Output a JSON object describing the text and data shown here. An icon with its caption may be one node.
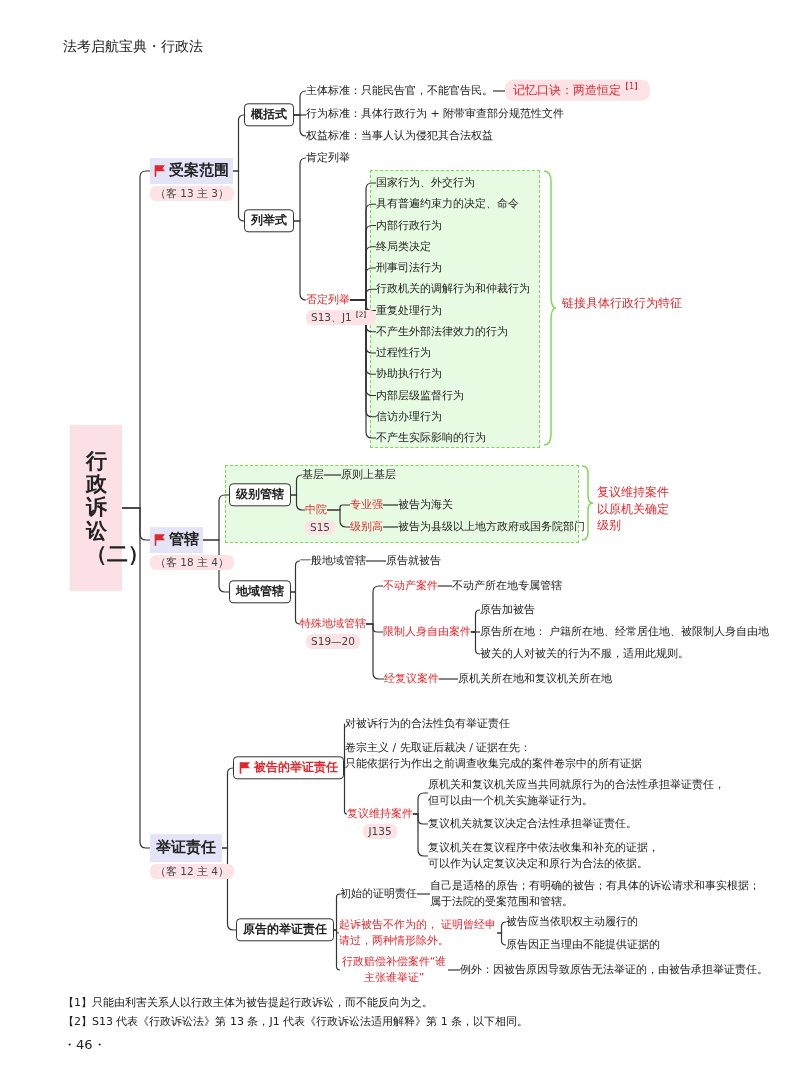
{
  "diagram": {
    "title": "法考启航宝典・行政法",
    "nodes": [
      {
        "text": [
          "行政诉讼（二）"
        ]
      },
      {
        "text": [
          "受案范围"
        ],
        "beside": [
          "（客 13 主 3）"
        ]
      },
      {
        "text": [
          "概括式"
        ]
      },
      {
        "text": [
          "主体标准：只能民告官，不能官告民。"
        ]
      },
      {
        "text": [
          "记忆口诀：两造恒定$^{【1】}$"
        ]
      },
      {
        "text": [
          "行为标准：具体行政行为 + 附带审查部分规范性文件"
        ]
      },
      {
        "text": [
          "权益标准：当事人认为侵犯其合法权益"
        ]
      },
      {
        "text": [
          "列举式"
        ]
      },
      {
        "text": [
          "肯定列举"
        ]
      },
      {
        "text": [
          "否定列举"
        ],
        "beside": [
          "S13、J1$^{【2】}$"
        ]
      },
      {
        "text": [
          "国家行为、外交行为"
        ]
      },
      {
        "text": [
          "具有普遍约束力的决定、命令"
        ]
      },
      {
        "text": [
          "内部行政行为"
        ]
      },
      {
        "text": [
          "终局类决定"
        ]
      },
      {
        "text": [
          "刑事司法行为"
        ]
      },
      {
        "text": [
          "行政机关的调解行为和仲裁行为"
        ]
      },
      {
        "text": [
          "重复处理行为"
        ]
      },
      {
        "text": [
          "不产生外部法律效力的行为"
        ]
      },
      {
        "text": [
          "过程性行为"
        ]
      },
      {
        "text": [
          "协助执行行为"
        ]
      },
      {
        "text": [
          "内部层级监督行为"
        ]
      },
      {
        "text": [
          "信访办理行为"
        ]
      },
      {
        "text": [
          "不产生实际影响的行为"
        ]
      },
      {
        "text": [
          "管辖"
        ],
        "beside": [
          "（客 18 主 4）"
        ]
      },
      {
        "text": [
          "级别管辖"
        ]
      },
      {
        "text": [
          "基层"
        ]
      },
      {
        "text": [
          "原则上基层"
        ]
      },
      {
        "text": [
          "中院"
        ],
        "beside": [
          "S15"
        ]
      },
      {
        "text": [
          "专业强"
        ]
      },
      {
        "text": [
          "被告为海关"
        ]
      },
      {
        "text": [
          "级别高"
        ]
      },
      {
        "text": [
          "被告为县级以上地方政府或国务院部门"
        ]
      },
      {
        "text": [
          "地域管辖"
        ]
      },
      {
        "text": [
          "一般地域管辖"
        ]
      },
      {
        "text": [
          "原告就被告"
        ]
      },
      {
        "text": [
          "特殊地域管辖"
        ],
        "beside": [
          "S19—20"
        ]
      },
      {
        "text": [
          "不动产案件"
        ]
      },
      {
        "text": [
          "不动产所在地专属管辖"
        ]
      },
      {
        "text": [
          "限制人身自由案件"
        ]
      },
      {
        "text": [
          "原告加被告"
        ]
      },
      {
        "text": [
          "原告所在地： 户籍所在地、经常居住地、被限制人身自由地"
        ]
      },
      {
        "text": [
          "被关的人对被关的行为不服，适用此规则。"
        ]
      },
      {
        "text": [
          "经复议案件"
        ]
      },
      {
        "text": [
          "原机关所在地和复议机关所在地"
        ]
      },
      {
        "text": [
          "举证责任"
        ],
        "beside": [
          "（客 12 主 4）"
        ]
      },
      {
        "text": [
          "被告的举证责任"
        ]
      },
      {
        "text": [
          "对被诉行为的合法性负有举证责任"
        ]
      },
      {
        "text": [
          "卷宗主义 / 先取证后裁决 / 证据在先：",
          "只能依据行为作出之前调查收集完成的案件卷宗中的所有证据"
        ]
      },
      {
        "text": [
          "复议维持案件"
        ],
        "beside": [
          "J135"
        ]
      },
      {
        "text": [
          "原机关和复议机关应当共同就原行为的合法性承担举证责任，但可以由一个机关实施举证行为。"
        ]
      },
      {
        "text": [
          "复议机关就复议决定合法性承担举证责任。"
        ]
      },
      {
        "text": [
          "复议机关在复议程序中依法收集和补充的证据，可以作为认定复议决定和原行为合法的依据。"
        ]
      },
      {
        "text": [
          "原告的举证责任"
        ]
      },
      {
        "text": [
          "初始的证明责任"
        ]
      },
      {
        "text": [
          "自己是适格的原告；有明确的被告；有具体的诉讼请求和事实根据；属于法院的受案范围和管辖。"
        ]
      },
      {
        "text": [
          "起诉被告不作为的， 证明曾经申请过，两种情形除外。"
        ]
      },
      {
        "text": [
          "被告应当依职权主动履行的"
        ]
      },
      {
        "text": [
          "原告因正当理由不能提供证据的"
        ]
      },
      {
        "text": [
          "行政赔偿补偿案件“谁主张谁举证”"
        ]
      },
      {
        "text": [
          "例外：因被告原因导致原告无法举证的，由被告承担举证责任。"
        ]
      }
    ],
    "edges": [
      {
        "from": 0,
        "to": 1,
        "arrow": "none"
      },
      {
        "from": 0,
        "to": 23,
        "arrow": "none"
      },
      {
        "from": 0,
        "to": 44,
        "arrow": "none"
      },
      {
        "from": 1,
        "to": 2,
        "arrow": "none"
      },
      {
        "from": 1,
        "to": 7,
        "arrow": "none"
      },
      {
        "from": 2,
        "to": 3,
        "arrow": "none"
      },
      {
        "from": 2,
        "to": 5,
        "arrow": "none"
      },
      {
        "from": 2,
        "to": 6,
        "arrow": "none"
      },
      {
        "from": 3,
        "to": 4,
        "arrow": "none"
      },
      {
        "from": 7,
        "to": 8,
        "arrow": "none"
      },
      {
        "from": 7,
        "to": 9,
        "arrow": "none"
      },
      {
        "from": 9,
        "to": 10,
        "arrow": "none"
      },
      {
        "from": 9,
        "to": 11,
        "arrow": "none"
      },
      {
        "from": 9,
        "to": 12,
        "arrow": "none"
      },
      {
        "from": 9,
        "to": 13,
        "arrow": "none"
      },
      {
        "from": 9,
        "to": 14,
        "arrow": "none"
      },
      {
        "from": 9,
        "to": 15,
        "arrow": "none"
      },
      {
        "from": 9,
        "to": 16,
        "arrow": "none"
      },
      {
        "from": 9,
        "to": 17,
        "arrow": "none"
      },
      {
        "from": 9,
        "to": 18,
        "arrow": "none"
      },
      {
        "from": 9,
        "to": 19,
        "arrow": "none"
      },
      {
        "from": 9,
        "to": 20,
        "arrow": "none"
      },
      {
        "from": 9,
        "to": 21,
        "arrow": "none"
      },
      {
        "from": 9,
        "to": 22,
        "arrow": "none"
      },
      {
        "from": 23,
        "to": 24,
        "arrow": "none"
      },
      {
        "from": 23,
        "to": 32,
        "arrow": "none"
      },
      {
        "from": 24,
        "to": 25,
        "arrow": "none"
      },
      {
        "from": 24,
        "to": 27,
        "arrow": "none"
      },
      {
        "from": 25,
        "to": 26,
        "arrow": "none"
      },
      {
        "from": 27,
        "to": 28,
        "arrow": "none"
      },
      {
        "from": 27,
        "to": 30,
        "arrow": "none"
      },
      {
        "from": 28,
        "to": 29,
        "arrow": "none"
      },
      {
        "from": 30,
        "to": 31,
        "arrow": "none"
      },
      {
        "from": 32,
        "to": 33,
        "arrow": "none"
      },
      {
        "from": 32,
        "to": 35,
        "arrow": "none"
      },
      {
        "from": 33,
        "to": 34,
        "arrow": "none"
      },
      {
        "from": 35,
        "to": 36,
        "arrow": "none"
      },
      {
        "from": 35,
        "to": 38,
        "arrow": "none"
      },
      {
        "from": 35,
        "to": 42,
        "arrow": "none"
      },
      {
        "from": 36,
        "to": 37,
        "arrow": "none"
      },
      {
        "from": 38,
        "to": 39,
        "arrow": "none"
      },
      {
        "from": 38,
        "to": 40,
        "arrow": "none"
      },
      {
        "from": 38,
        "to": 41,
        "arrow": "none"
      },
      {
        "from": 42,
        "to": 43,
        "arrow": "none"
      },
      {
        "from": 44,
        "to": 45,
        "arrow": "none"
      },
      {
        "from": 44,
        "to": 52,
        "arrow": "none"
      },
      {
        "from": 45,
        "to": 46,
        "arrow": "none"
      },
      {
        "from": 45,
        "to": 47,
        "arrow": "none"
      },
      {
        "from": 45,
        "to": 48,
        "arrow": "none"
      },
      {
        "from": 48,
        "to": 49,
        "arrow": "none"
      },
      {
        "from": 48,
        "to": 50,
        "arrow": "none"
      },
      {
        "from": 48,
        "to": 51,
        "arrow": "none"
      },
      {
        "from": 52,
        "to": 53,
        "arrow": "none"
      },
      {
        "from": 52,
        "to": 55,
        "arrow": "none"
      },
      {
        "from": 52,
        "to": 58,
        "arrow": "none"
      },
      {
        "from": 53,
        "to": 54,
        "arrow": "none"
      },
      {
        "from": 55,
        "to": 56,
        "arrow": "none"
      },
      {
        "from": 55,
        "to": 57,
        "arrow": "none"
      },
      {
        "from": 58,
        "to": 59,
        "arrow": "none"
      }
    ],
    "labels": [
      "链接具体行政行为特征",
      "复议维持案件以原机关确定级别",
      "【1】只能由利害关系人以行政主体为被告提起行政诉讼，而不能反向为之。",
      "【2】S13 代表《行政诉讼法》第 13 条，J1 代表《行政诉讼法适用解释》第 1 条，以下相同。",
      "・46・"
    ]
  }
}
